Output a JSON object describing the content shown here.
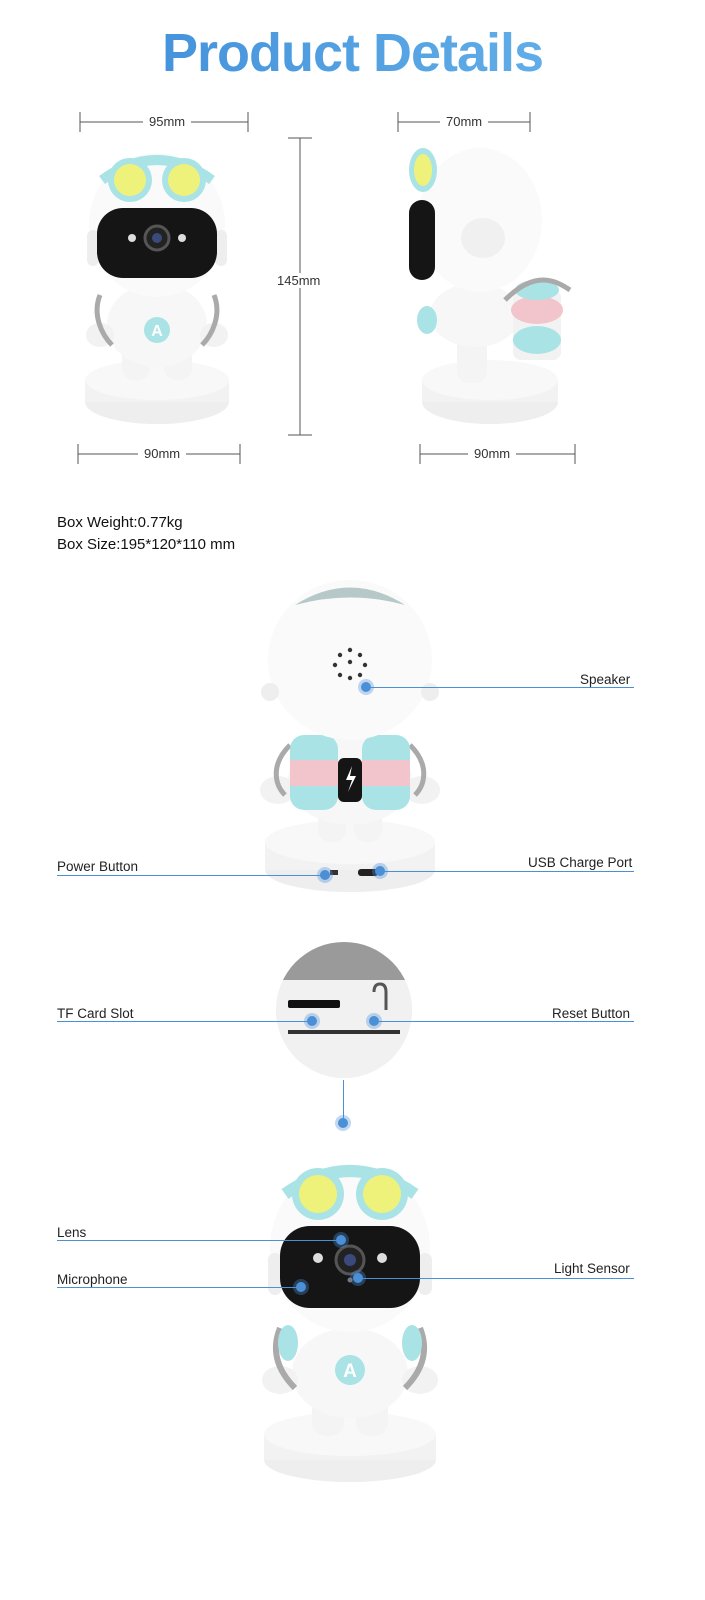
{
  "header": {
    "title": "Product Details"
  },
  "dimensions": {
    "front_width_top": "95mm",
    "side_depth_top": "70mm",
    "height": "145mm",
    "front_base_width": "90mm",
    "side_base_width": "90mm"
  },
  "specs": {
    "box_weight": "Box Weight:0.77kg",
    "box_size": "Box Size:195*120*110 mm"
  },
  "callouts": {
    "speaker": "Speaker",
    "power_button": "Power Button",
    "usb_charge_port": "USB Charge Port",
    "tf_card_slot": "TF Card Slot",
    "reset_button": "Reset Button",
    "lens": "Lens",
    "microphone": "Microphone",
    "light_sensor": "Light Sensor"
  },
  "colors": {
    "accent_blue": "#4b8fd6",
    "goggle_yellow": "#eef27a",
    "aqua": "#a9e3e6",
    "pink": "#f2c4cc",
    "visor_black": "#151515"
  }
}
